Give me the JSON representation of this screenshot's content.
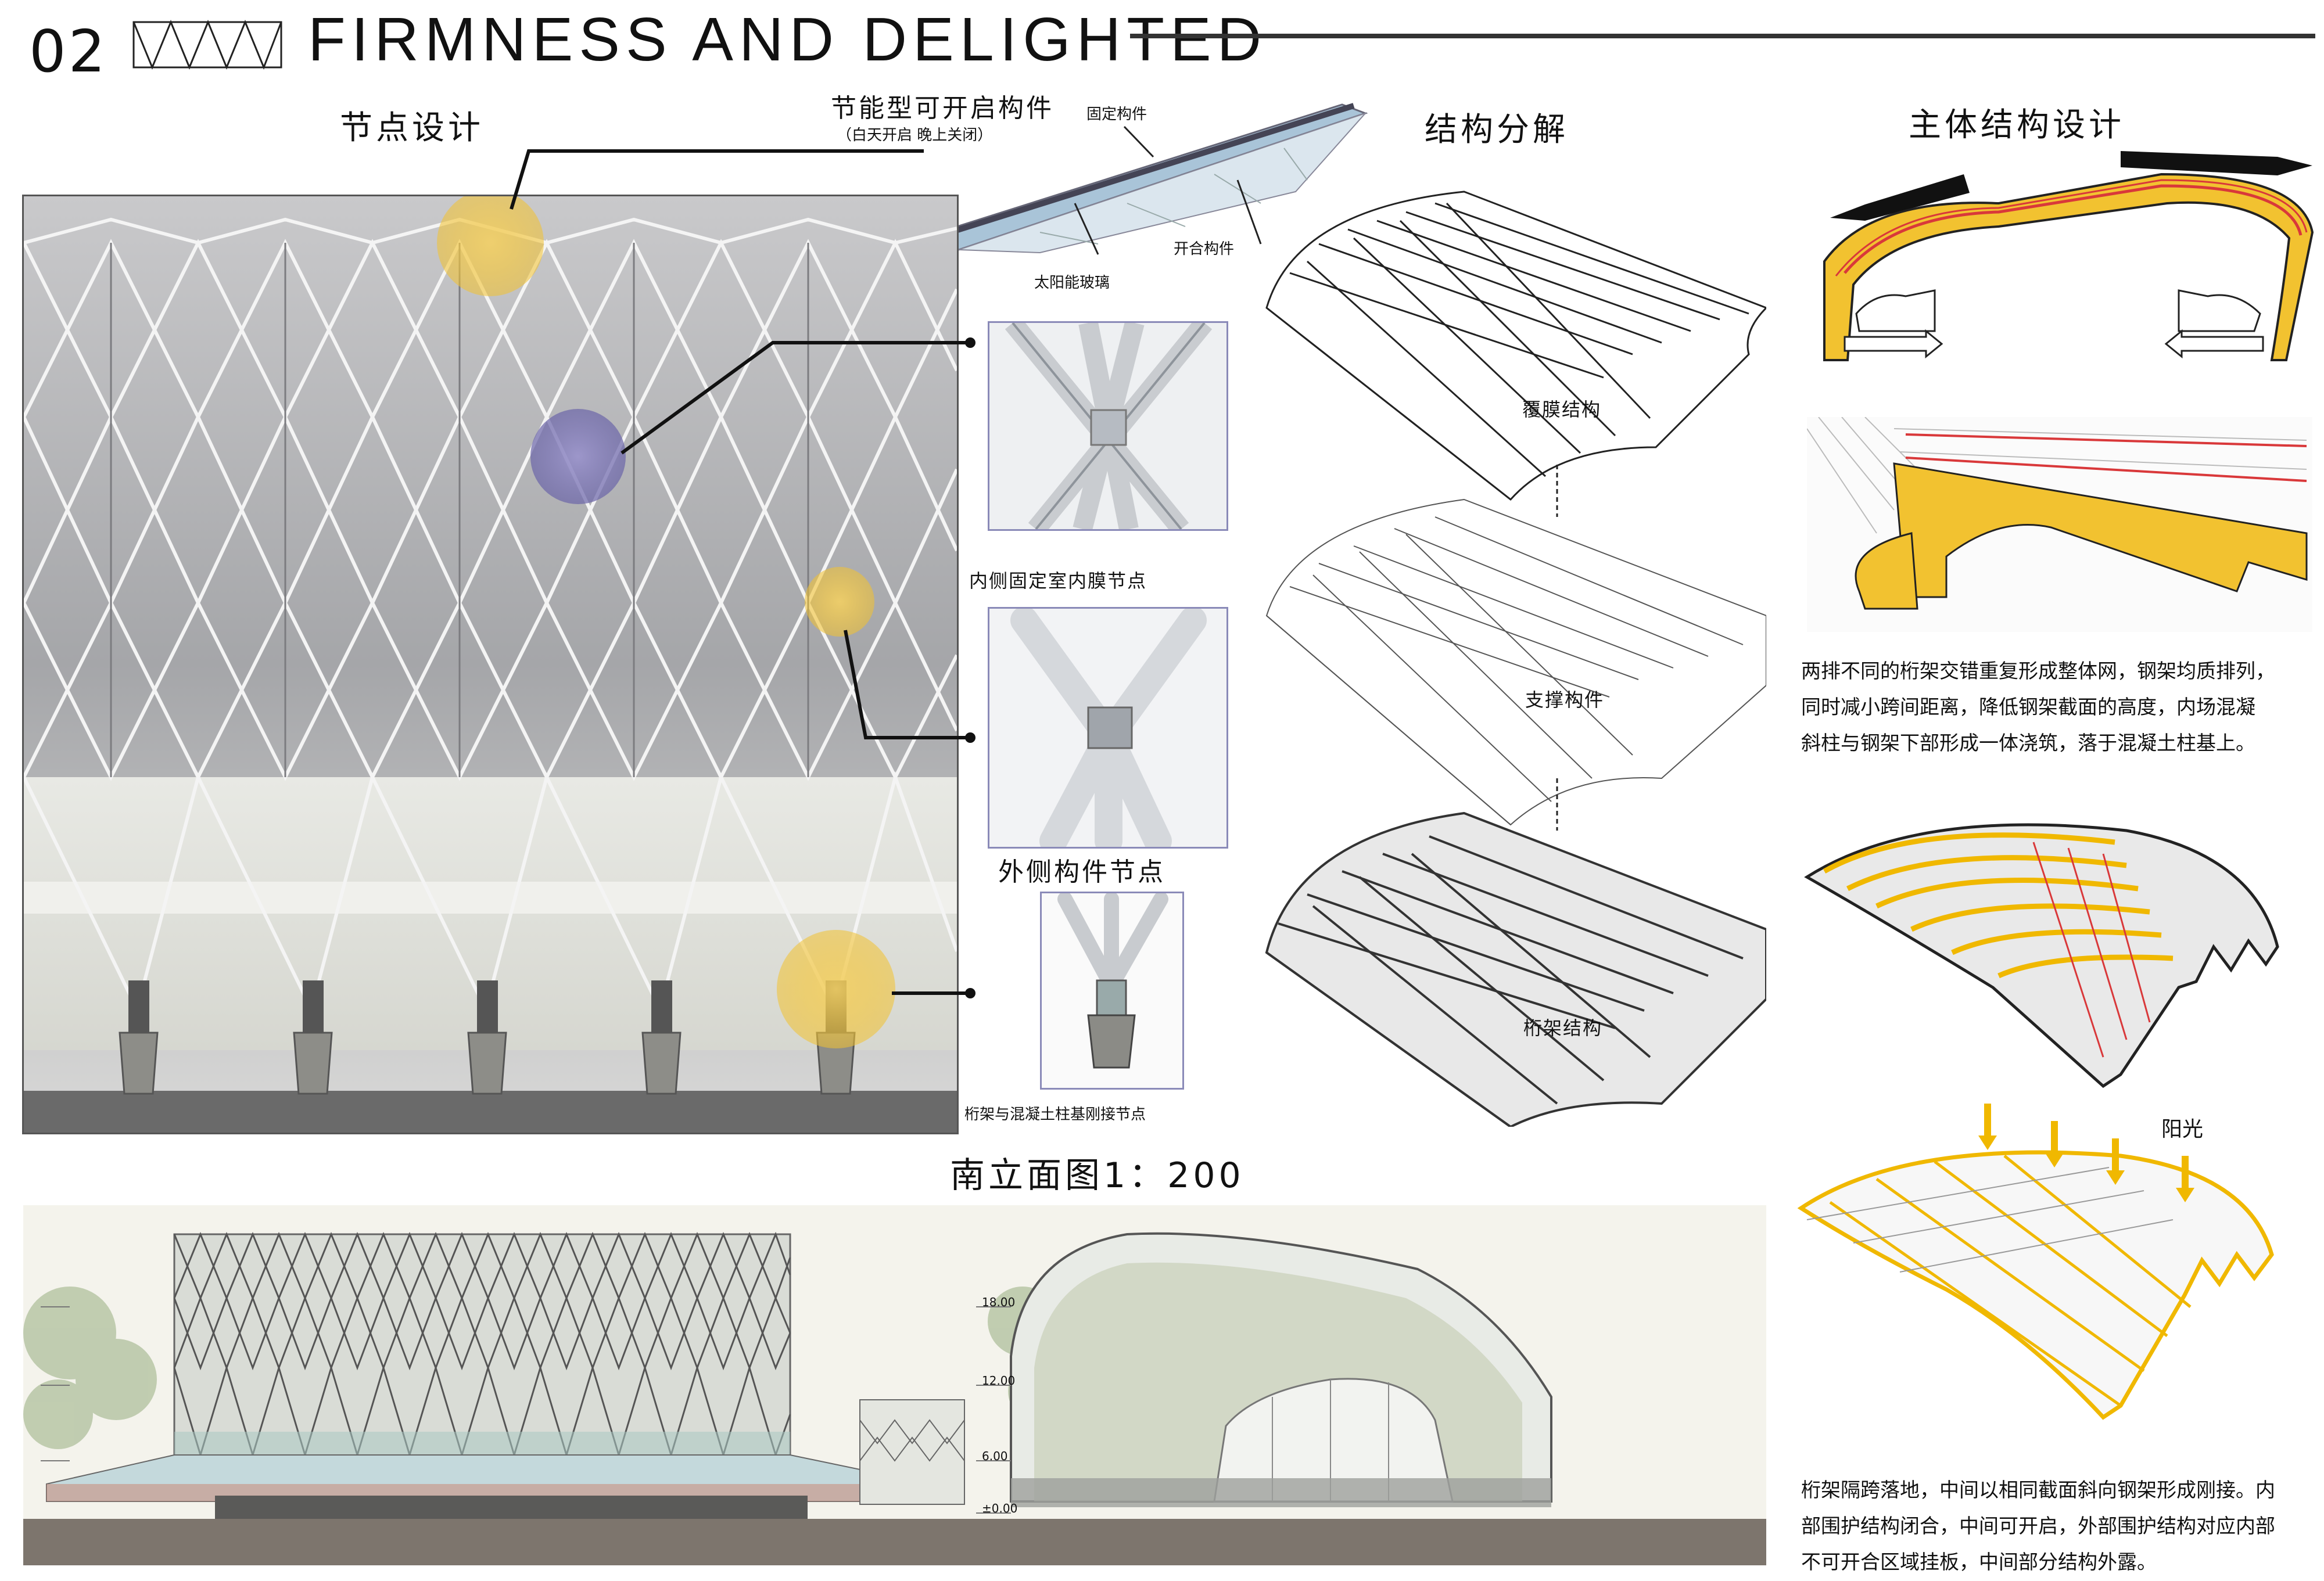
{
  "header": {
    "number": "02",
    "title": "FIRMNESS AND DELIGHTED"
  },
  "node_design": {
    "title": "节点设计",
    "energy_title": "节能型可开启构件",
    "energy_subtitle": "（白天开启 晚上关闭）",
    "label_fixed": "固定构件",
    "label_open_close": "开合构件",
    "label_solar": "太阳能玻璃",
    "inset1_caption": "内侧固定室内膜节点",
    "inset2_caption": "外侧构件节点",
    "inset3_caption": "桁架与混凝土柱基刚接节点"
  },
  "structure_decomposition": {
    "title": "结构分解",
    "layer1": "覆膜结构",
    "layer2": "支撑构件",
    "layer3": "桁架结构"
  },
  "main_structure": {
    "title": "主体结构设计",
    "para1": [
      "两排不同的桁架交错重复形成整体网，钢架均质排列，",
      "同时减小跨间距离，降低钢架截面的高度，内场混凝",
      "斜柱与钢架下部形成一体浇筑，落于混凝土柱基上。"
    ],
    "sunlight": "阳光",
    "para2": [
      "桁架隔跨落地，中间以相同截面斜向钢架形成刚接。内",
      "部围护结构闭合，中间可开启，外部围护结构对应内部",
      "不可开合区域挂板，中间部分结构外露。"
    ]
  },
  "elevation": {
    "title": "南立面图1：200",
    "level_1800": "18.00",
    "level_1200": "12.00",
    "level_600": "6.00",
    "level_000": "±0.00"
  },
  "colors": {
    "highlight_yellow": "#f2c230",
    "highlight_purple": "#7b74b8",
    "truss_yellow": "#f0b800",
    "truss_red": "#d9383a"
  }
}
